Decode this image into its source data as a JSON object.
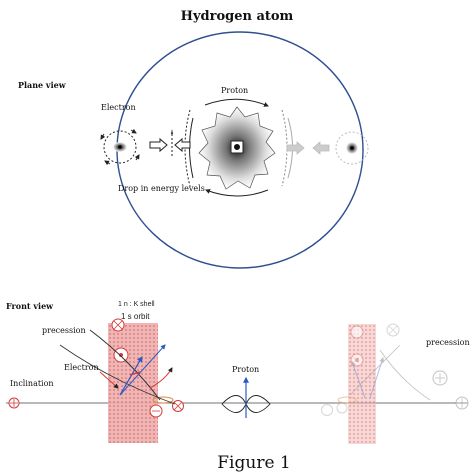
{
  "title": "Hydrogen  atom",
  "plane_view": {
    "label": "Plane view",
    "electron_label": "Electron",
    "proton_label": "Proton",
    "drop_label": "Drop in energy levels"
  },
  "front_view": {
    "label": "Front view",
    "shell_label": "1 n : K shell",
    "orbit_label": "1 s  orbit",
    "precession_left": "precession",
    "precession_right": "precession",
    "electron_label": "Electron",
    "inclination_label": "Inclination",
    "proton_label": "Proton"
  },
  "caption": "Figure 1",
  "colors": {
    "orbit_ring": "#2f4f8f",
    "band": "#e9a0a0",
    "band_dots": "#c63b3b",
    "electron_red": "#d33b3b",
    "arrow_blue": "#2b59c3",
    "line": "#222222"
  }
}
